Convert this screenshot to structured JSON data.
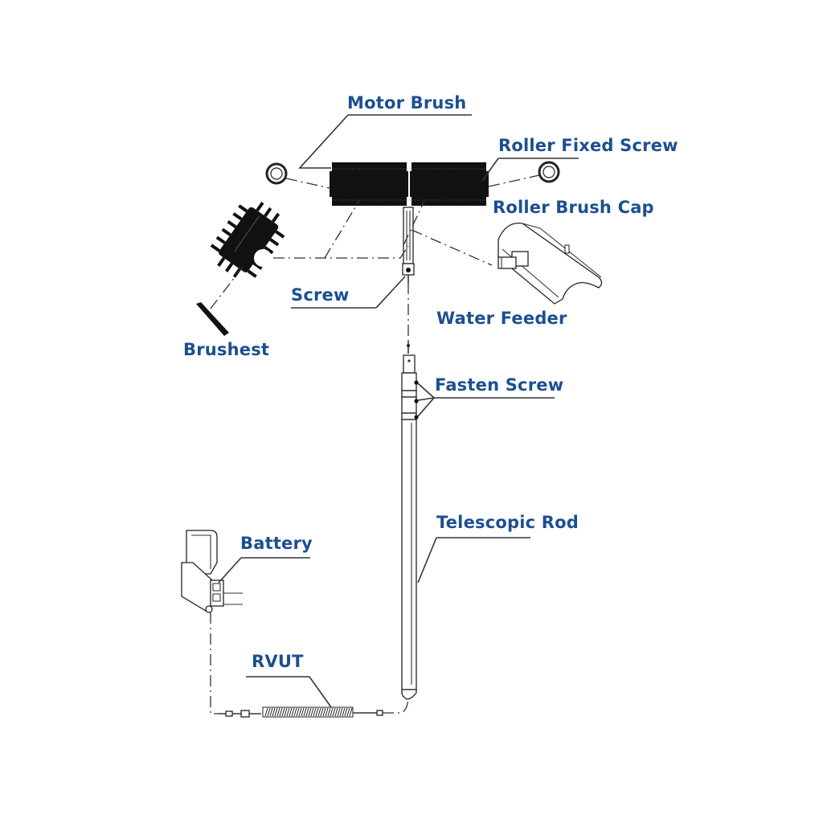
{
  "diagram": {
    "type": "exploded-parts-diagram",
    "subject": "Motorized roller brush cleaning pole",
    "label_color": "#1d4f8f",
    "labels": {
      "motor_brush": "Motor Brush",
      "roller_fixed_screw": "Roller Fixed Screw",
      "roller_brush_cap": "Roller Brush Cap",
      "screw": "Screw",
      "water_feeder": "Water Feeder",
      "brushest": "Brushest",
      "fasten_screw": "Fasten Screw",
      "telescopic_rod": "Telescopic Rod",
      "battery": "Battery",
      "rvut": "RVUT"
    }
  }
}
